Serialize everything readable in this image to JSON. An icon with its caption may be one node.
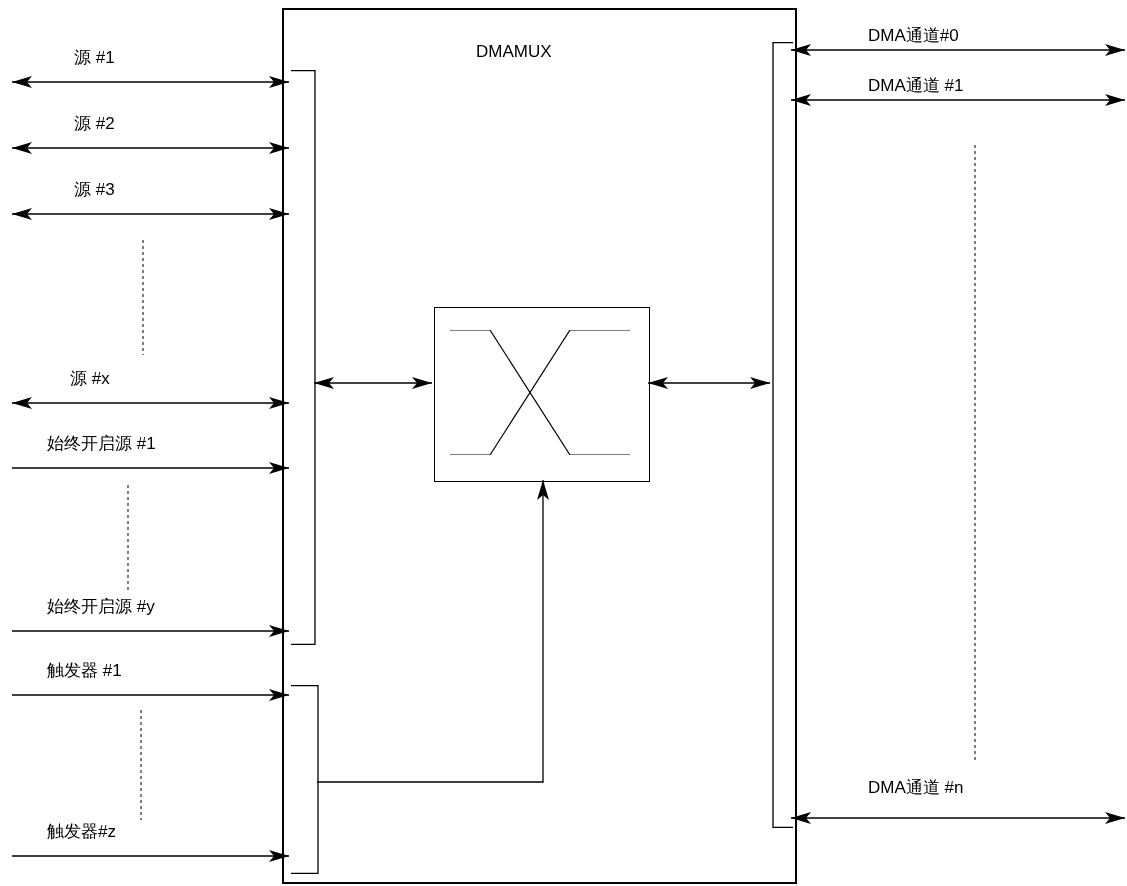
{
  "diagram": {
    "nodes": [
      {
        "text": [
          "DMAMUX"
        ]
      },
      {
        "text": [],
        "shape": "bar",
        "in": 0
      },
      {
        "text": [],
        "shape": "bar",
        "in": 0
      },
      {
        "text": [],
        "shape": "box",
        "in": 0
      },
      {
        "text": [],
        "shape": "bar",
        "in": 0
      }
    ],
    "edges": [
      {
        "from": null,
        "to": 1,
        "arrow": "both",
        "label": "源 #1"
      },
      {
        "from": null,
        "to": 1,
        "arrow": "both",
        "label": "源 #2"
      },
      {
        "from": null,
        "to": 1,
        "arrow": "both",
        "label": "源 #3"
      },
      {
        "from": null,
        "to": 1,
        "arrow": "both",
        "label": "源 #x"
      },
      {
        "from": null,
        "to": 1,
        "arrow": "to",
        "label": "始终开启源 #1"
      },
      {
        "from": null,
        "to": 1,
        "arrow": "to",
        "label": "始终开启源 #y"
      },
      {
        "from": null,
        "to": 2,
        "arrow": "to",
        "label": "触发器 #1"
      },
      {
        "from": null,
        "to": 2,
        "arrow": "to",
        "label": "触发器#z"
      },
      {
        "from": 1,
        "to": 3,
        "arrow": "both"
      },
      {
        "from": 3,
        "to": 4,
        "arrow": "both"
      },
      {
        "from": 2,
        "to": 3,
        "arrow": "to"
      },
      {
        "from": 4,
        "to": null,
        "arrow": "both",
        "label": "DMA通道#0"
      },
      {
        "from": 4,
        "to": null,
        "arrow": "both",
        "label": "DMA通道 #1"
      },
      {
        "from": 4,
        "to": null,
        "arrow": "both",
        "label": "DMA通道 #n"
      }
    ]
  }
}
